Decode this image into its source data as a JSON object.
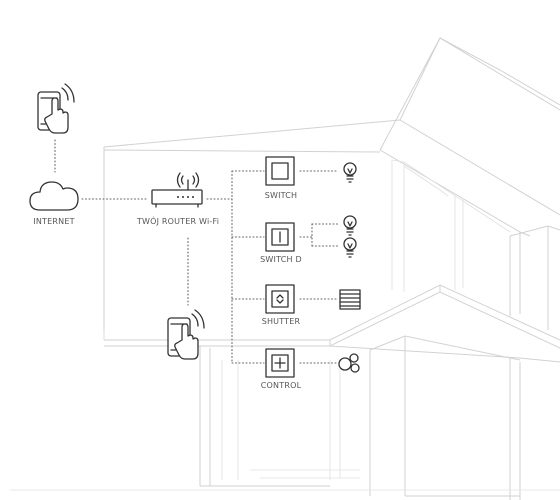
{
  "nodes": {
    "internet": {
      "label": "INTERNET"
    },
    "router": {
      "label": "TWÓJ ROUTER Wi-Fi"
    },
    "switch": {
      "label": "SWITCH"
    },
    "switch_d": {
      "label": "SWITCH D"
    },
    "shutter": {
      "label": "SHUTTER"
    },
    "control": {
      "label": "CONTROL"
    }
  },
  "icons": {
    "phone_top": "smartphone-touch-icon",
    "phone_bottom": "smartphone-touch-icon",
    "cloud": "cloud-icon",
    "router": "wifi-router-icon",
    "switch": "switch-icon",
    "switch_d": "double-switch-icon",
    "shutter": "shutter-module-icon",
    "control": "control-module-icon",
    "bulb": "light-bulb-icon",
    "blinds": "window-blinds-icon",
    "devices": "multiple-devices-icon"
  },
  "colors": {
    "ink": "#333333",
    "house_lines": "#d2d2d2",
    "label": "#555555"
  }
}
